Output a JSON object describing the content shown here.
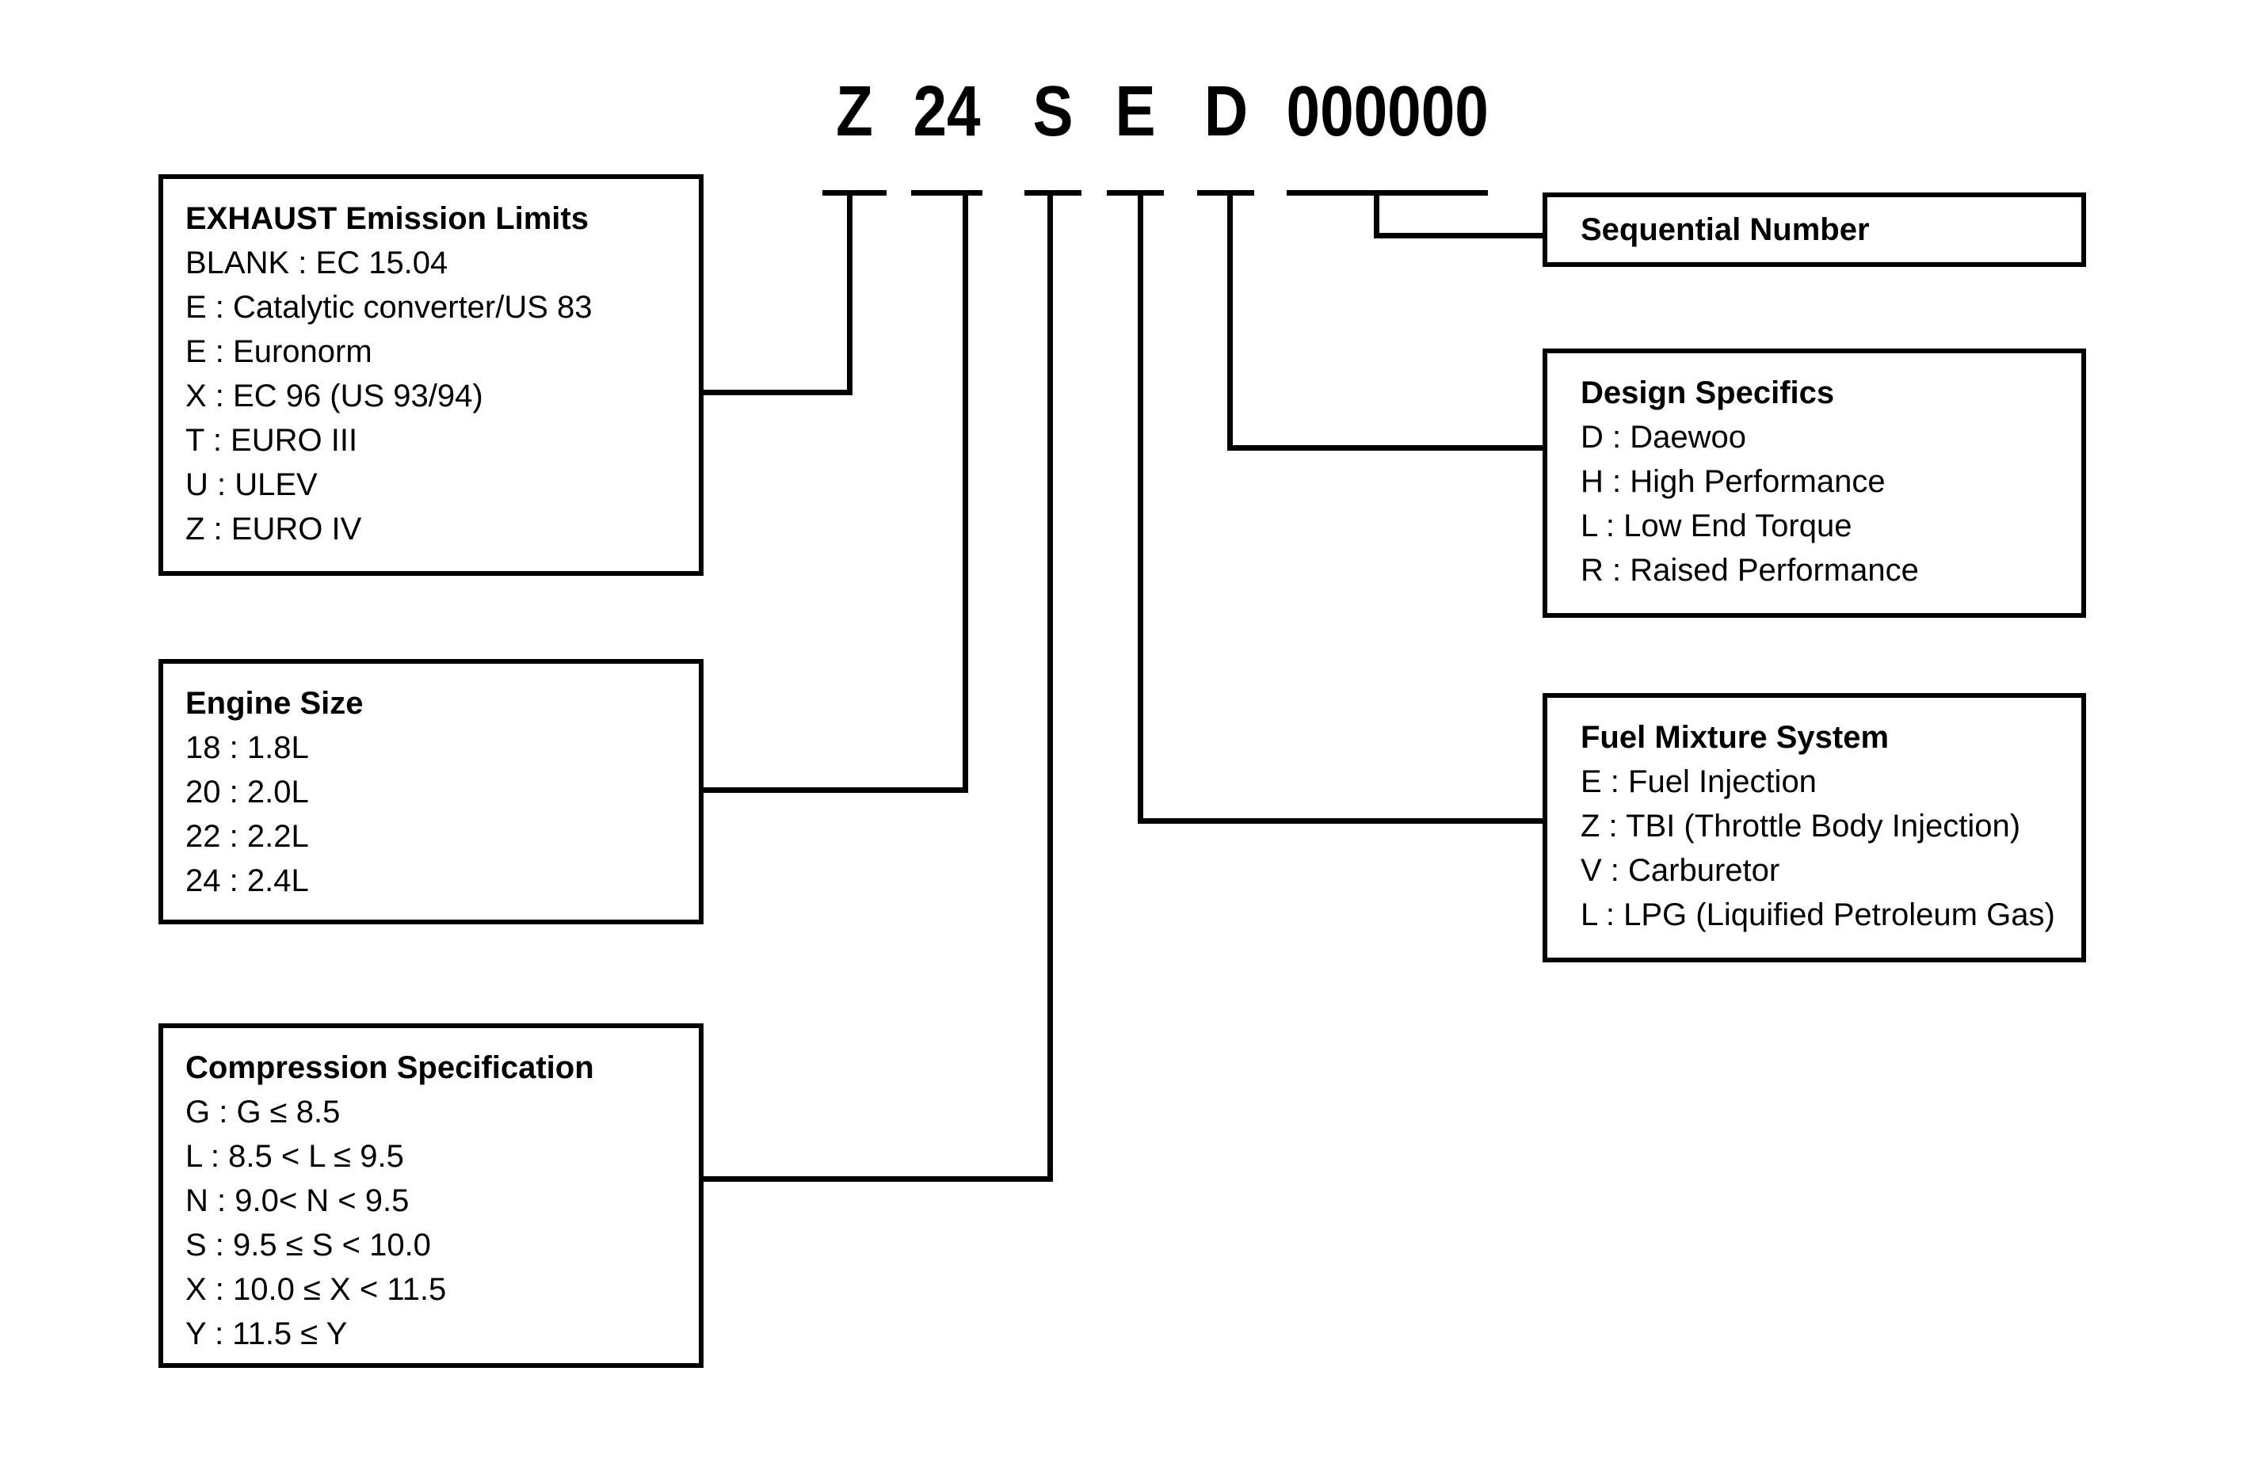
{
  "colors": {
    "ink": "#000000",
    "background": "#ffffff"
  },
  "code": {
    "segments": [
      {
        "text": "Z"
      },
      {
        "text": "24"
      },
      {
        "text": "S"
      },
      {
        "text": "E"
      },
      {
        "text": "D"
      },
      {
        "text": "000000"
      }
    ]
  },
  "boxes": {
    "exhaust": {
      "title": "EXHAUST Emission Limits",
      "items": [
        "BLANK : EC 15.04",
        "E : Catalytic converter/US 83",
        "E : Euronorm",
        "X : EC 96 (US 93/94)",
        "T : EURO III",
        "U : ULEV",
        "Z : EURO IV"
      ]
    },
    "engine": {
      "title": "Engine Size",
      "items": [
        "18 : 1.8L",
        "20 : 2.0L",
        "22 : 2.2L",
        "24 : 2.4L"
      ]
    },
    "compression": {
      "title": "Compression Specification",
      "items": [
        "G : G ≤ 8.5",
        "L : 8.5 < L ≤ 9.5",
        "N : 9.0< N < 9.5",
        "S : 9.5 ≤ S < 10.0",
        "X : 10.0 ≤ X < 11.5",
        "Y : 11.5 ≤ Y"
      ]
    },
    "sequential": {
      "title": "Sequential Number"
    },
    "design": {
      "title": "Design Specifics",
      "items": [
        "D : Daewoo",
        "H : High Performance",
        "L : Low End Torque",
        "R : Raised Performance"
      ]
    },
    "fuel": {
      "title": "Fuel Mixture System",
      "items": [
        "E : Fuel Injection",
        "Z : TBI (Throttle Body Injection)",
        "V : Carburetor",
        "L : LPG (Liquified Petroleum Gas)"
      ]
    }
  }
}
